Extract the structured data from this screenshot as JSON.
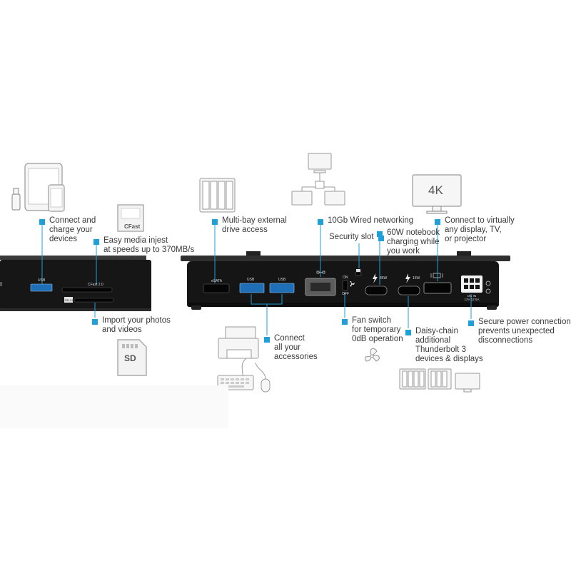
{
  "accent": "#1fa0d8",
  "line_color": "#1fa0d8",
  "callouts": {
    "connect_charge": "Connect and\ncharge your\ndevices",
    "media_ingest": "Easy media injest\nat speeds up to 370MB/s",
    "import_photos": "Import your photos\nand videos",
    "multibay": "Multi-bay external\ndrive access",
    "connect_accessories": "Connect\nall your\naccessories",
    "networking": "10Gb Wired networking",
    "security": "Security slot",
    "charging": "60W notebook\ncharging while\nyou work",
    "fan": "Fan switch\nfor temporary\n0dB operation",
    "daisy": "Daisy-chain\nadditional\nThunderbolt 3\ndevices & displays",
    "display": "Connect to virtually\nany display, TV,\nor projector",
    "power": "Secure power connection\nprevents unexpected\ndisconnections"
  },
  "icons": {
    "cfast_card": "CFast",
    "sd_card": "SD",
    "monitor_4k": "4K"
  },
  "port_labels": {
    "usb_left": "USB",
    "cfast_slot": "CFast 2.0",
    "sd_slot": "SD 4.0",
    "esata": "eSATA",
    "usb_a": "USB",
    "usb_b": "USB",
    "fan_on": "ON",
    "fan_off": "OFF",
    "tb_85w": "85W",
    "tb_15w": "15W",
    "dc_in": "DC IN\n12V 12.5A"
  }
}
